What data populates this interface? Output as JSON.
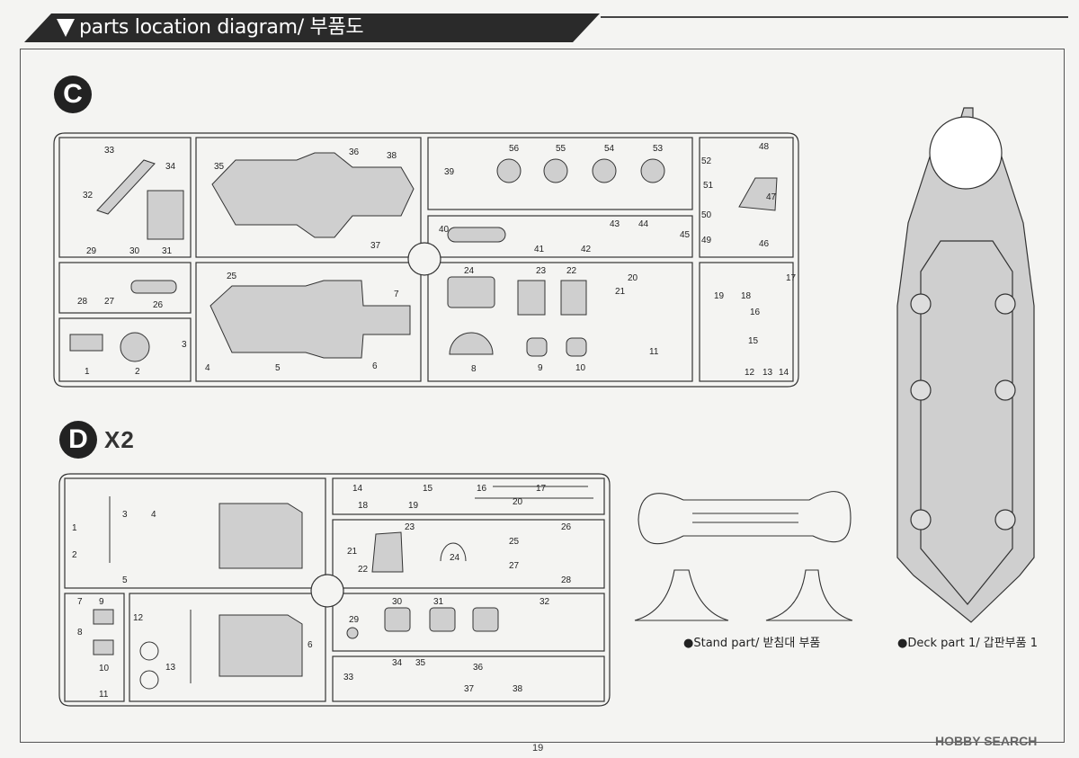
{
  "header": {
    "title": "parts location diagram/ 부품도"
  },
  "sprues": {
    "c": {
      "letter": "C"
    },
    "d": {
      "letter": "D",
      "multiplier": "X2"
    }
  },
  "captions": {
    "stand": "●Stand part/ 받침대 부품",
    "deck": "●Deck part 1/ 갑판부품 1"
  },
  "c_part_numbers": [
    "1",
    "2",
    "3",
    "4",
    "5",
    "6",
    "7",
    "8",
    "9",
    "10",
    "11",
    "12",
    "13",
    "14",
    "15",
    "16",
    "17",
    "18",
    "19",
    "20",
    "21",
    "22",
    "23",
    "24",
    "25",
    "26",
    "27",
    "28",
    "29",
    "30",
    "31",
    "32",
    "33",
    "34",
    "35",
    "36",
    "37",
    "38",
    "39",
    "40",
    "41",
    "42",
    "43",
    "44",
    "45",
    "46",
    "47",
    "48",
    "49",
    "50",
    "51",
    "52",
    "53",
    "54",
    "55",
    "56"
  ],
  "d_part_numbers": [
    "1",
    "2",
    "3",
    "4",
    "5",
    "6",
    "7",
    "8",
    "9",
    "10",
    "11",
    "12",
    "13",
    "14",
    "15",
    "16",
    "17",
    "18",
    "19",
    "20",
    "21",
    "22",
    "23",
    "24",
    "25",
    "26",
    "27",
    "28",
    "29",
    "30",
    "31",
    "32",
    "33",
    "34",
    "35",
    "36",
    "37",
    "38"
  ],
  "page_number": "19",
  "watermark": "HOBBY SEARCH",
  "colors": {
    "ink": "#222222",
    "part_fill": "#cfcfcf",
    "header": "#2a2a2a"
  }
}
